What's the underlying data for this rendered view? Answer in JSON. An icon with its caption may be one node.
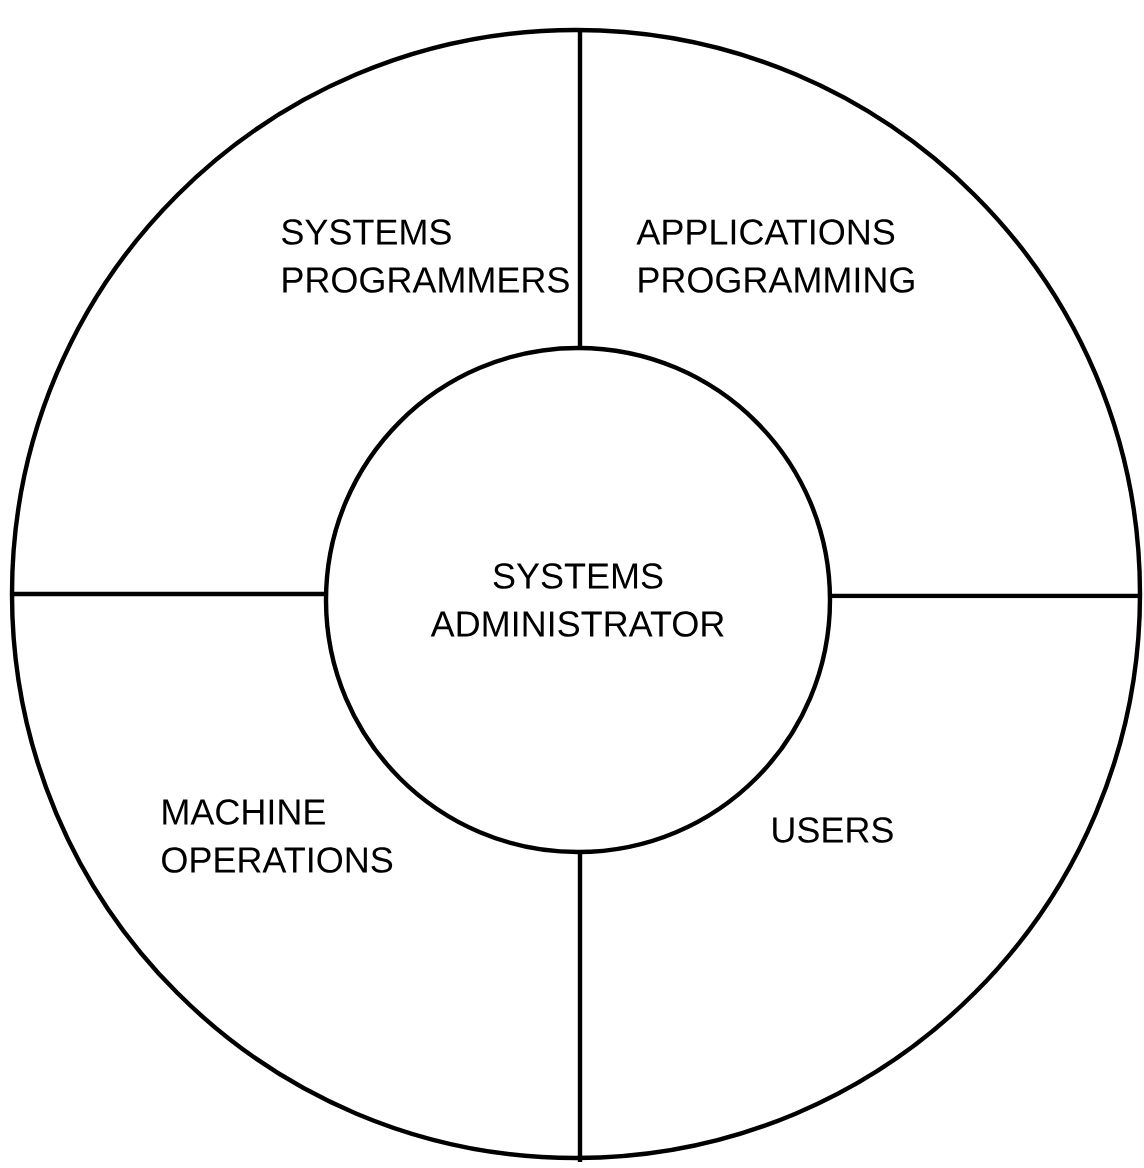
{
  "diagram": {
    "nodes": [
      {
        "text": [],
        "shape": "circle"
      },
      {
        "text": [
          "SYSTEMS PROGRAMMERS"
        ],
        "in": 0
      },
      {
        "text": [
          "APPLICATIONS PROGRAMMING"
        ],
        "in": 0
      },
      {
        "text": [
          "SYSTEMS ADMINISTRATOR"
        ],
        "in": 0
      },
      {
        "text": [
          "MACHINE OPERATIONS"
        ],
        "in": 0
      },
      {
        "text": [
          "USERS"
        ],
        "in": 0
      }
    ]
  }
}
